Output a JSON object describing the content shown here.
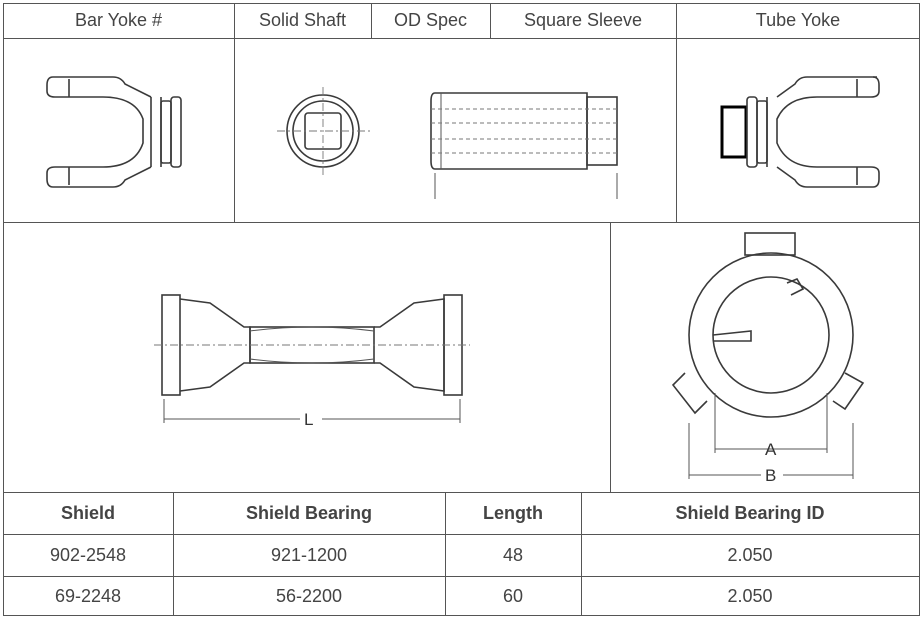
{
  "header": {
    "bar_yoke": "Bar Yoke #",
    "solid_shaft": "Solid Shaft",
    "od_spec": "OD Spec",
    "square_sleeve": "Square Sleeve",
    "tube_yoke": "Tube Yoke"
  },
  "drawings": {
    "length_label": "L",
    "inner_dim_label": "A",
    "outer_dim_label": "B"
  },
  "table": {
    "columns": [
      "Shield",
      "Shield Bearing",
      "Length",
      "Shield Bearing ID"
    ],
    "rows": [
      [
        "902-2548",
        "921-1200",
        "48",
        "2.050"
      ],
      [
        "69-2248",
        "56-2200",
        "60",
        "2.050"
      ]
    ]
  }
}
